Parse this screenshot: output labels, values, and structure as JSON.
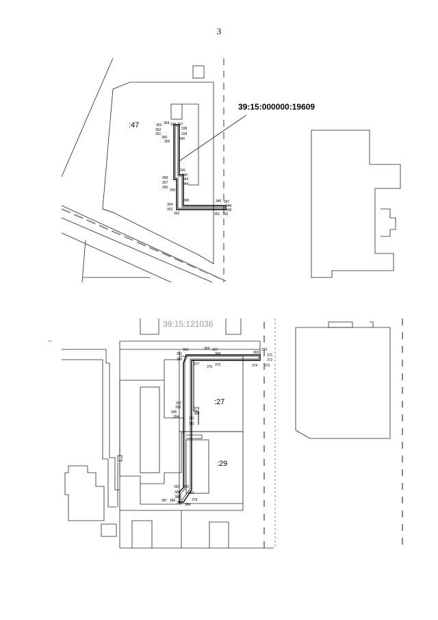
{
  "page_number": "3",
  "map1": {
    "cadastral_number": "39:15:000000:19609",
    "parcel_label": ":47",
    "point_labels": [
      "363",
      "364",
      "336",
      "337",
      "362",
      "338",
      "361",
      "339",
      "360",
      "340",
      "359",
      "341",
      "358",
      "342",
      "357",
      "343",
      "356",
      "344",
      "355",
      "345",
      "354",
      "346",
      "347",
      "353",
      "348",
      "352",
      "351",
      "349",
      "350"
    ]
  },
  "map2": {
    "quarter_label": "39:15:121036",
    "parcel_labels": [
      ":27",
      ":29"
    ],
    "point_labels": [
      "365",
      "366",
      "367",
      "368",
      "369",
      "370",
      "371",
      "391",
      "372",
      "390",
      "377",
      "376",
      "375",
      "373",
      "374",
      "397",
      "379",
      "396",
      "380",
      "395",
      "381",
      "394",
      "382",
      "393",
      "392",
      "389",
      "383",
      "388",
      "387",
      "386",
      "385",
      "384",
      "378"
    ]
  }
}
